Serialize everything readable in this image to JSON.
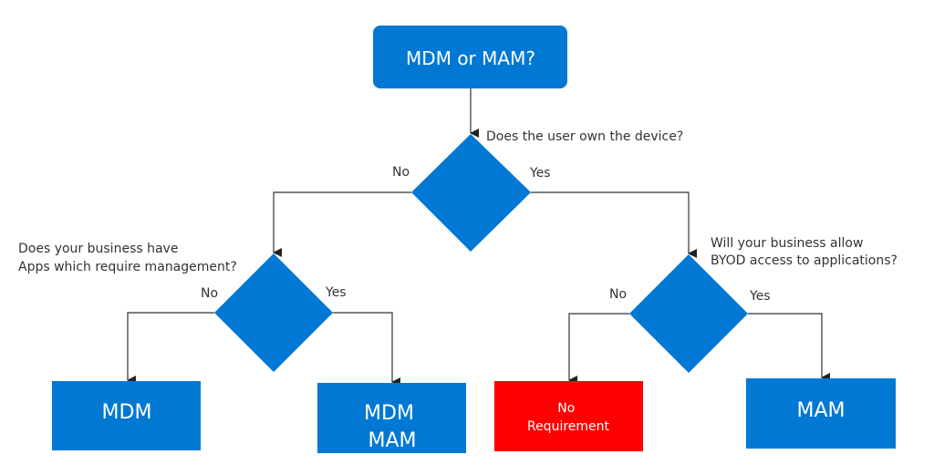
{
  "colors": {
    "primary": "#0078d4",
    "negative": "#ff0000",
    "connector": "#333333",
    "text_dark": "#333333",
    "text_light": "#ffffff"
  },
  "root": {
    "label": "MDM or MAM?"
  },
  "decisions": {
    "ownership": {
      "question": "Does the user own the device?",
      "no_label": "No",
      "yes_label": "Yes"
    },
    "apps": {
      "question_lines": [
        "Does your business have",
        "Apps which require management?"
      ],
      "no_label": "No",
      "yes_label": "Yes"
    },
    "byod": {
      "question_lines": [
        "Will your business allow",
        "BYOD access to applications?"
      ],
      "no_label": "No",
      "yes_label": "Yes"
    }
  },
  "outcomes": {
    "mdm": {
      "lines": [
        "MDM"
      ]
    },
    "mdm_mam": {
      "lines": [
        "MDM",
        "MAM"
      ]
    },
    "no_requirement": {
      "lines": [
        "No",
        "Requirement"
      ]
    },
    "mam": {
      "lines": [
        "MAM"
      ]
    }
  }
}
